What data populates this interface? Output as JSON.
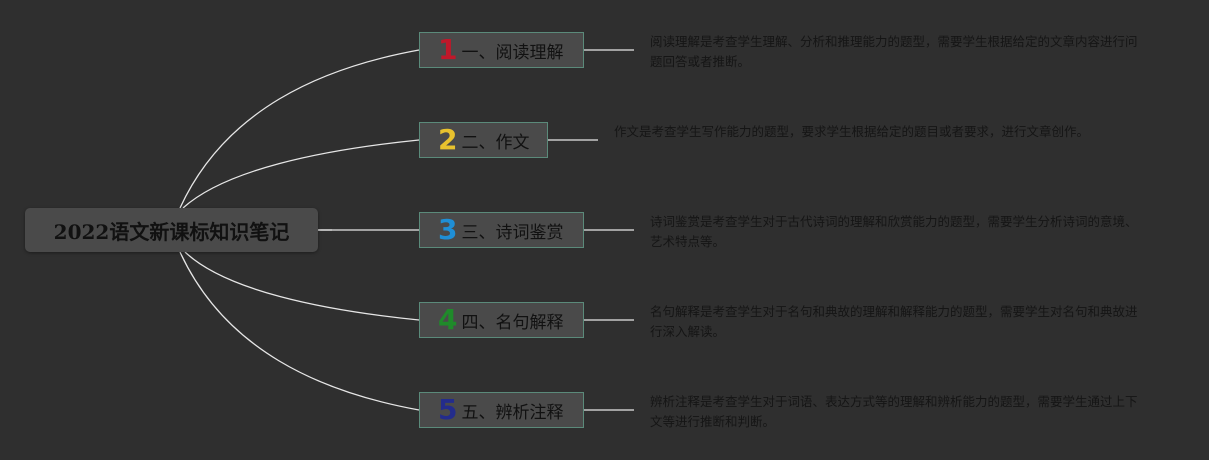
{
  "root": {
    "title": "2022语文新课标知识笔记"
  },
  "branches": [
    {
      "number": "1",
      "number_color": "#c0182a",
      "label": "一、阅读理解",
      "description": "阅读理解是考查学生理解、分析和推理能力的题型，需要学生根据给定的文章内容进行问题回答或者推断。"
    },
    {
      "number": "2",
      "number_color": "#e8c22e",
      "label": "二、作文",
      "description": "作文是考查学生写作能力的题型，要求学生根据给定的题目或者要求，进行文章创作。"
    },
    {
      "number": "3",
      "number_color": "#1f8fd6",
      "label": "三、诗词鉴赏",
      "description": "诗词鉴赏是考查学生对于古代诗词的理解和欣赏能力的题型，需要学生分析诗词的意境、艺术特点等。"
    },
    {
      "number": "4",
      "number_color": "#1f8a2a",
      "label": "四、名句解释",
      "description": "名句解释是考查学生对于名句和典故的理解和解释能力的题型，需要学生对名句和典故进行深入解读。"
    },
    {
      "number": "5",
      "number_color": "#232c8c",
      "label": "五、辨析注释",
      "description": "辨析注释是考查学生对于词语、表达方式等的理解和辨析能力的题型，需要学生通过上下文等进行推断和判断。"
    }
  ],
  "colors": {
    "background": "#2f2f2f",
    "connector": "#e6e6e6",
    "node_border": "#5b8a7a",
    "node_fill": "#4a4a4a"
  }
}
